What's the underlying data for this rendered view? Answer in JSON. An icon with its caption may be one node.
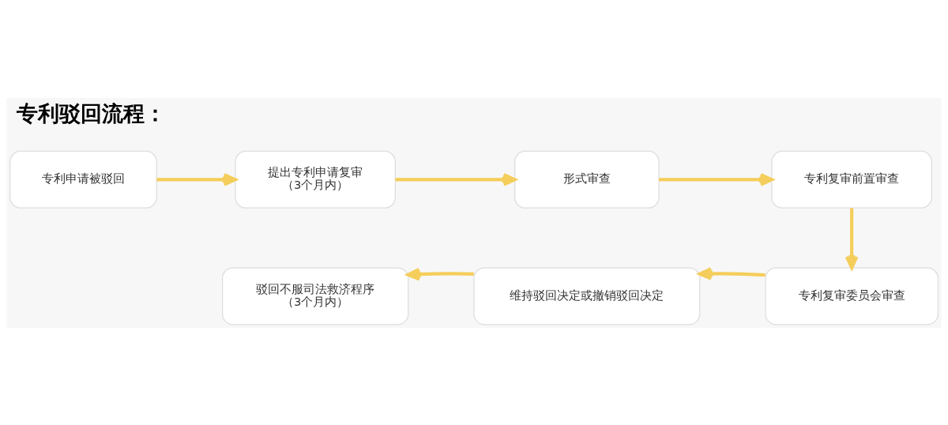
{
  "diagram": {
    "title": "专利驳回流程：",
    "nodes": [
      {
        "text": [
          "专利申请被驳回"
        ]
      },
      {
        "text": [
          "提出专利申请复审",
          "（3个月内）"
        ]
      },
      {
        "text": [
          "形式审查"
        ]
      },
      {
        "text": [
          "专利复审前置审查"
        ]
      },
      {
        "text": [
          "专利复审委员会审查"
        ]
      },
      {
        "text": [
          "维持驳回决定或撤销驳回决定"
        ]
      },
      {
        "text": [
          "驳回不服司法救济程序",
          "（3个月内）"
        ]
      }
    ],
    "edges": [
      {
        "from": 0,
        "to": 1,
        "arrow": "to"
      },
      {
        "from": 1,
        "to": 2,
        "arrow": "to"
      },
      {
        "from": 2,
        "to": 3,
        "arrow": "to"
      },
      {
        "from": 3,
        "to": 4,
        "arrow": "to"
      },
      {
        "from": 4,
        "to": 5,
        "arrow": "to"
      },
      {
        "from": 5,
        "to": 6,
        "arrow": "to"
      }
    ]
  }
}
